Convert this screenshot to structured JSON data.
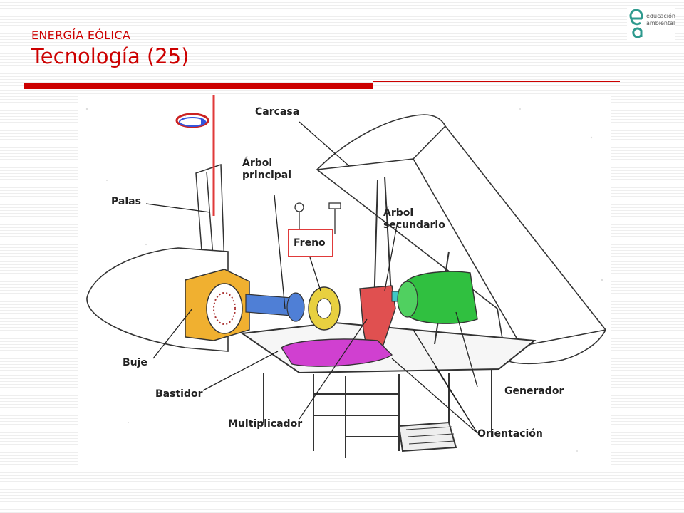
{
  "header": {
    "supertitle": "ENERGÍA EÓLICA",
    "title": "Tecnología (25)"
  },
  "logo": {
    "letters": "ea",
    "line1": "educación",
    "line2": "ambiental",
    "color": "#2e9a8e"
  },
  "colors": {
    "accent": "#cc0000",
    "hub": "#f0b030",
    "main_shaft": "#4f7fd6",
    "coupling": "#e8d040",
    "gearbox": "#e05050",
    "secondary_shaft": "#40c8c8",
    "generator": "#30c040",
    "yaw": "#d040d0",
    "freno_box": "#e03a3a"
  },
  "diagram": {
    "labels": {
      "carcasa": "Carcasa",
      "arbol_principal": "Árbol\nprincipal",
      "palas": "Palas",
      "arbol_secundario": "Árbol\nsecundario",
      "freno": "Freno",
      "buje": "Buje",
      "bastidor": "Bastidor",
      "generador": "Generador",
      "multiplicador": "Multiplicador",
      "orientacion": "Orientación"
    }
  }
}
